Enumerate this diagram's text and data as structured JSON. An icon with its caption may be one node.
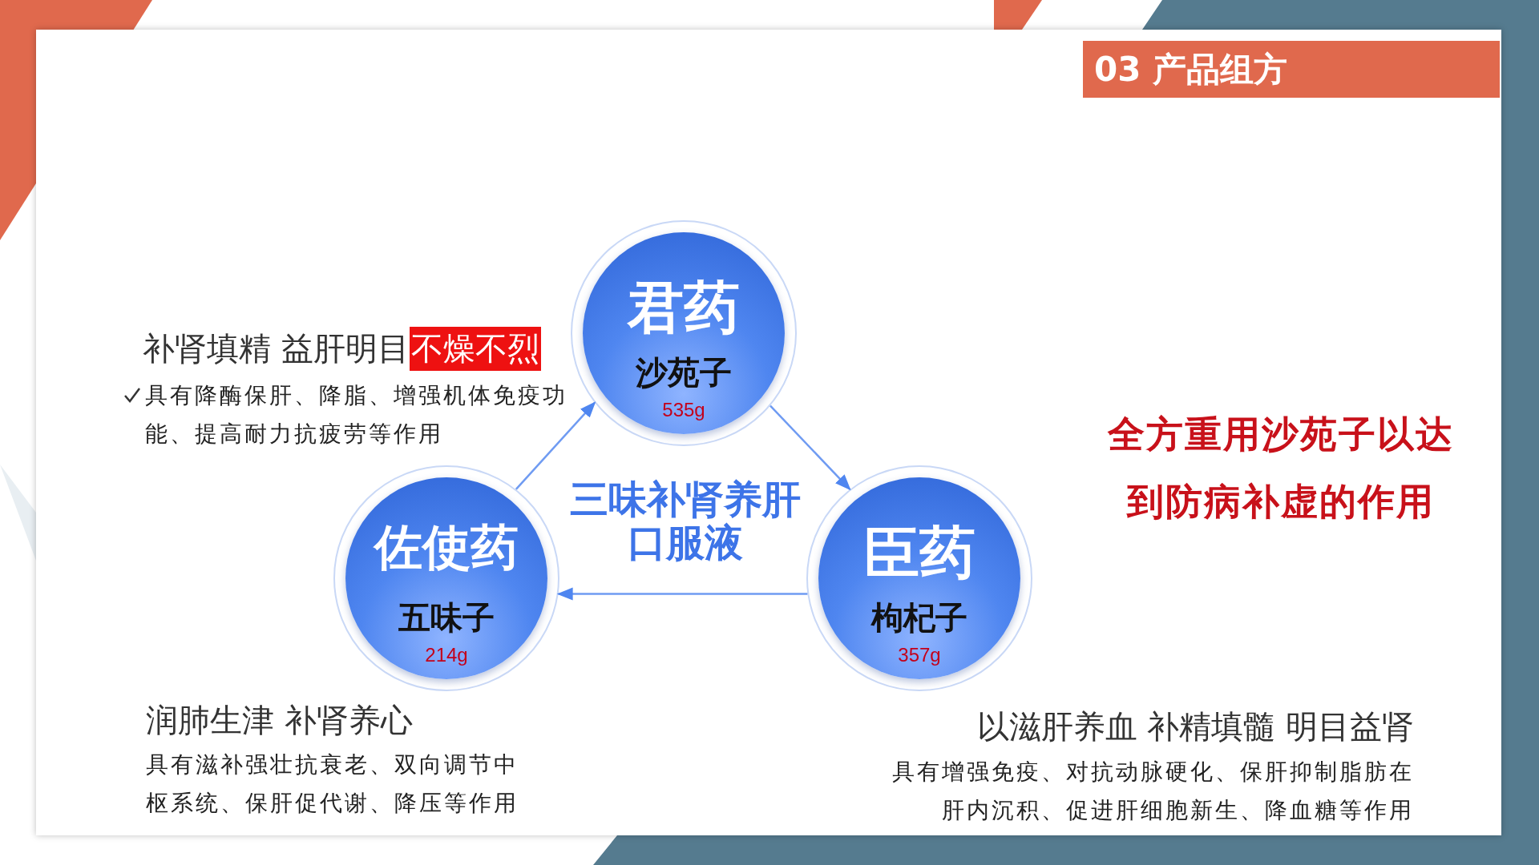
{
  "diagram": {
    "title": "03 产品组方",
    "nodes": [
      {
        "text": [
          "君药",
          "沙苑子",
          "535g"
        ]
      },
      {
        "text": [
          "臣药",
          "枸杞子",
          "357g"
        ]
      },
      {
        "text": [
          "佐使药",
          "五味子",
          "214g"
        ]
      }
    ],
    "edges": [
      {
        "from": 2,
        "to": 0,
        "arrow": "to"
      },
      {
        "from": 0,
        "to": 1,
        "arrow": "to"
      },
      {
        "from": 1,
        "to": 2,
        "arrow": "to"
      }
    ],
    "labels": [
      "补肾填精 益肝明目",
      "不燥不烈",
      "具有降酶保肝、降脂、增强机体免疫功能、提高耐力抗疲劳等作用",
      "三味补肾养肝口服液",
      "全方重用沙苑子以达到防病补虚的作用",
      "润肺生津 补肾养心",
      "具有滋补强壮抗衰老、双向调节中枢系统、保肝促代谢、降压等作用",
      "以滋肝养血 补精填髓 明目益肾",
      "具有增强免疫、对抗动脉硬化、保肝抑制脂肪在肝内沉积、促进肝细胞新生、降血糖等作用"
    ]
  }
}
